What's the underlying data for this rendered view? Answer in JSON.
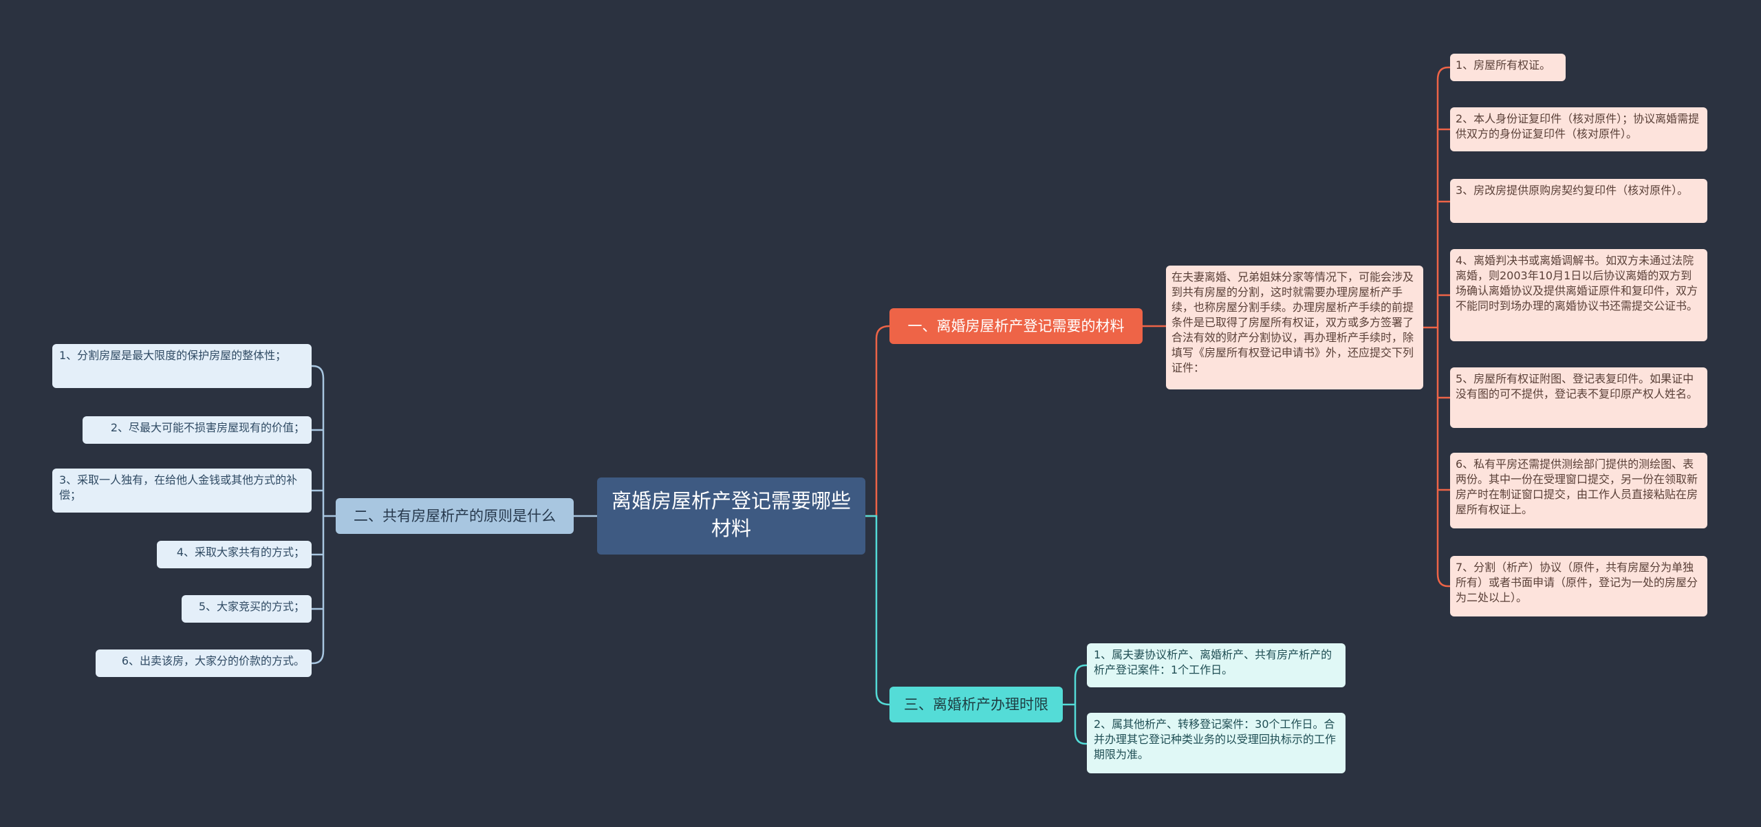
{
  "root": {
    "label": "离婚房屋析产登记需要哪些材料"
  },
  "branches": [
    {
      "label": "一、离婚房屋析产登记需要的材料",
      "paragraph": "在夫妻离婚、兄弟姐妹分家等情况下，可能会涉及到共有房屋的分割，这时就需要办理房屋析产手续，也称房屋分割手续。办理房屋析产手续的前提条件是已取得了房屋所有权证，双方或多方签署了合法有效的财产分割协议，再办理析产手续时，除填写《房屋所有权登记申请书》外，还应提交下列证件：",
      "items": [
        "1、房屋所有权证。",
        "2、本人身份证复印件（核对原件）；协议离婚需提供双方的身份证复印件（核对原件）。",
        "3、房改房提供原购房契约复印件（核对原件）。",
        "4、离婚判决书或离婚调解书。如双方未通过法院离婚，则2003年10月1日以后协议离婚的双方到场确认离婚协议及提供离婚证原件和复印件，双方不能同时到场办理的离婚协议书还需提交公证书。",
        "5、房屋所有权证附图、登记表复印件。如果证中没有图的可不提供，登记表不复印原产权人姓名。",
        "6、私有平房还需提供测绘部门提供的测绘图、表两份。其中一份在受理窗口提交，另一份在领取新房产时在制证窗口提交，由工作人员直接粘贴在房屋所有权证上。",
        "7、分割（析产）协议（原件，共有房屋分为单独所有）或者书面申请（原件，登记为一处的房屋分为二处以上）。"
      ]
    },
    {
      "label": "二、共有房屋析产的原则是什么",
      "items": [
        "1、分割房屋是最大限度的保护房屋的整体性；",
        "2、尽最大可能不损害房屋现有的价值；",
        "3、采取一人独有，在给他人金钱或其他方式的补偿；",
        "4、采取大家共有的方式；",
        "5、大家竞买的方式；",
        "6、出卖该房，大家分的价款的方式。"
      ]
    },
    {
      "label": "三、离婚析产办理时限",
      "items": [
        "1、属夫妻协议析产、离婚析产、共有房产析产的析产登记案件：1个工作日。",
        "2、属其他析产、转移登记案件：30个工作日。合并办理其它登记种类业务的以受理回执标示的工作期限为准。"
      ]
    }
  ],
  "colors": {
    "background": "#2b3240",
    "root": "#3e5a82",
    "branch1": "#ee6447",
    "branch2": "#a8c6e0",
    "branch3": "#54dcd7",
    "leaf_red": "#fde3dc",
    "leaf_blue": "#e4eff9",
    "leaf_teal": "#e0f8f6"
  }
}
